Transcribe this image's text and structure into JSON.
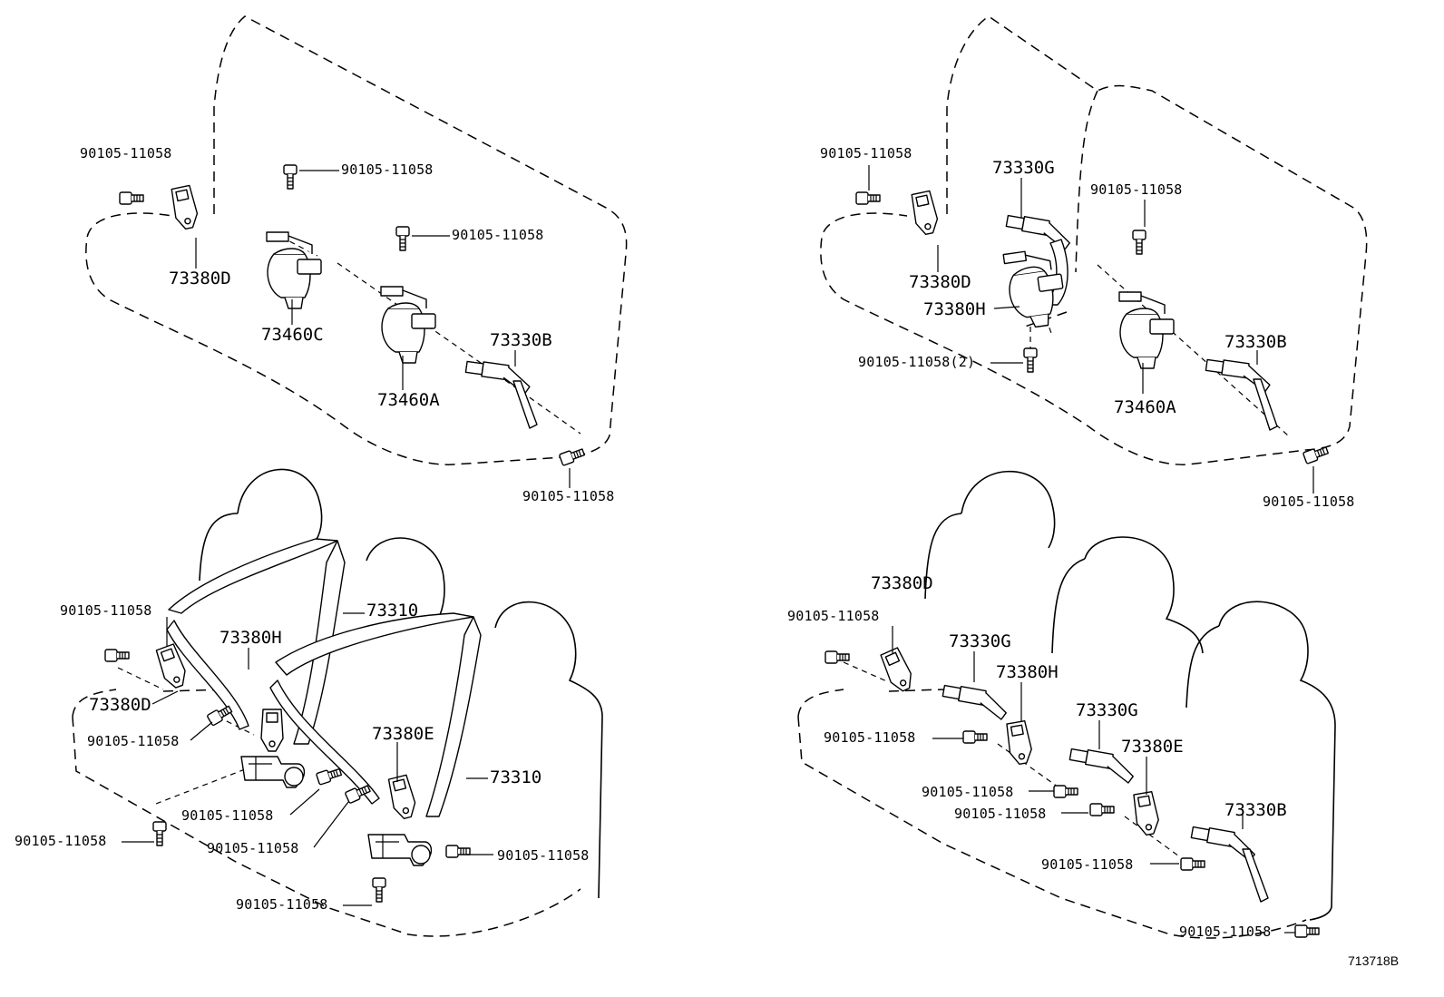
{
  "colors": {
    "ink": "#000000",
    "paper": "#ffffff"
  },
  "diagram_code": "713718B",
  "callouts": {
    "q1": {
      "b1": "90105-11058",
      "b2": "90105-11058",
      "b3": "90105-11058",
      "b4": "90105-11058",
      "p1": "73380D",
      "p2": "73460C",
      "p3": "73460A",
      "p4": "73330B"
    },
    "q2": {
      "b1": "90105-11058",
      "b2": "90105-11058",
      "b3": "90105-11058(2)",
      "b4": "90105-11058",
      "p1": "73330G",
      "p2": "73380D",
      "p3": "73380H",
      "p4": "73330B",
      "p5": "73460A"
    },
    "q3": {
      "b1": "90105-11058",
      "b2": "90105-11058",
      "b3": "90105-11058",
      "b4": "90105-11058",
      "b5": "90105-11058",
      "b6": "90105-11058",
      "b7": "90105-11058",
      "p1": "73310",
      "p2": "73380H",
      "p3": "73380D",
      "p4": "73380E",
      "p5": "73310"
    },
    "q4": {
      "b1": "90105-11058",
      "b2": "90105-11058",
      "b3": "90105-11058",
      "b4": "90105-11058",
      "b5": "90105-11058",
      "b6": "90105-11058",
      "p1": "73380D",
      "p2": "73330G",
      "p3": "73380H",
      "p4": "73330G",
      "p5": "73380E",
      "p6": "73330B"
    }
  }
}
